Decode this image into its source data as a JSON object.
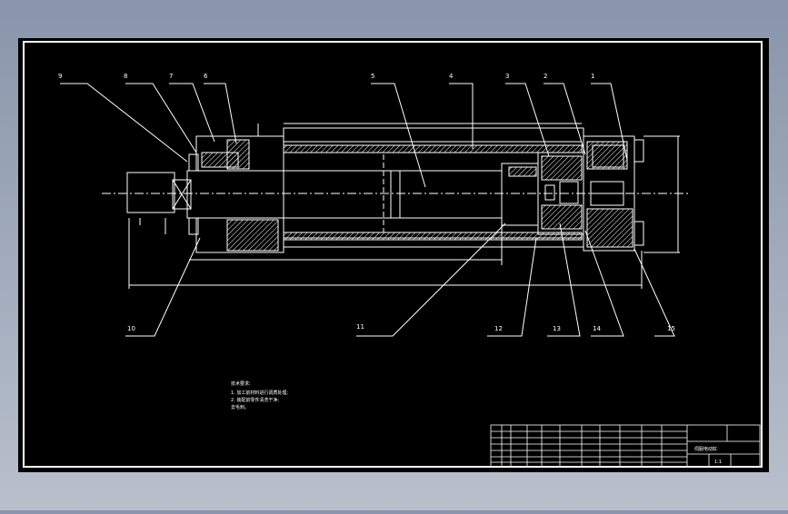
{
  "colors": {
    "background_top": "#8995aa",
    "background_bottom": "#b8c0cc",
    "paper": "#000000",
    "lines": "#ffffff"
  },
  "balloons": [
    {
      "label": "9"
    },
    {
      "label": "8"
    },
    {
      "label": "7"
    },
    {
      "label": "6"
    },
    {
      "label": "5"
    },
    {
      "label": "4"
    },
    {
      "label": "3"
    },
    {
      "label": "2"
    },
    {
      "label": "1"
    },
    {
      "label": "10"
    },
    {
      "label": "11"
    },
    {
      "label": "12"
    },
    {
      "label": "13"
    },
    {
      "label": "14"
    },
    {
      "label": "15"
    }
  ],
  "notes": {
    "title": "技术要求:",
    "line1": "1. 加工前材料进行调质处理;",
    "line2": "2. 装配前零件清洗干净;",
    "line3": "去毛刺。"
  },
  "title_block": {
    "part_name": "伺服电动缸",
    "scale": "1:1"
  }
}
